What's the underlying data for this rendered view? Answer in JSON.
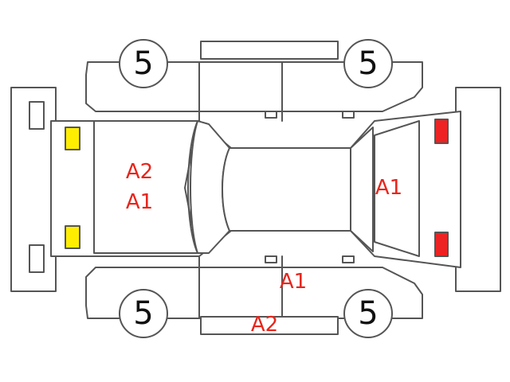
{
  "tire_grades": {
    "front_left": "5",
    "rear_left": "5",
    "front_right": "5",
    "rear_right": "5"
  },
  "damage_marks": {
    "hood_line1": "A2",
    "hood_line2": "A1",
    "trunk": "A1",
    "right_door": "A1",
    "right_sill": "A2"
  },
  "colors": {
    "front_lamp": "#ffee00",
    "rear_lamp": "#ee2222",
    "mark_text": "#e8251b",
    "outline": "#555555"
  }
}
